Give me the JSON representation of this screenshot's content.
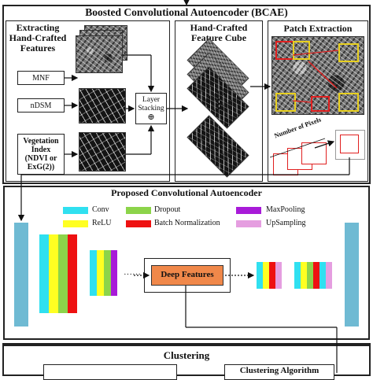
{
  "top_title": "Boosted Convolutional Autoencoder (BCAE)",
  "extract": {
    "title_lines": [
      "Extracting",
      "Hand-Crafted",
      "Features"
    ],
    "inputs": [
      "MNF",
      "nDSM"
    ],
    "veg_lines": [
      "Vegetation",
      "Index",
      "(NDVI or",
      "ExG(2))"
    ]
  },
  "stacking": {
    "lines": [
      "Layer",
      "Stacking"
    ],
    "symbol": "⊕"
  },
  "cube": {
    "title_lines": [
      "Hand-Crafted",
      "Feature Cube"
    ],
    "dots": "⋮"
  },
  "patch": {
    "title": "Patch Extraction",
    "pixels_label": "Number of Pixels"
  },
  "cae": {
    "title": "Proposed Convolutional Autoencoder",
    "deep_features": "Deep Features",
    "dots": "······"
  },
  "legend": [
    {
      "label": "Conv",
      "color": "#30e0f0"
    },
    {
      "label": "Dropout",
      "color": "#8cd44a"
    },
    {
      "label": "MaxPooling",
      "color": "#a81bd8"
    },
    {
      "label": "ReLU",
      "color": "#ffff22"
    },
    {
      "label": "Batch Normalization",
      "color": "#ee1111"
    },
    {
      "label": "UpSampling",
      "color": "#e59ee0"
    }
  ],
  "clustering": {
    "title": "Clustering",
    "algorithm": "Clustering Algorithm"
  },
  "colors": {
    "side_bar": "#6fbad3",
    "deep_box": "#f0884a",
    "patch_red": "#e02020",
    "patch_yellow": "#e8d020"
  }
}
